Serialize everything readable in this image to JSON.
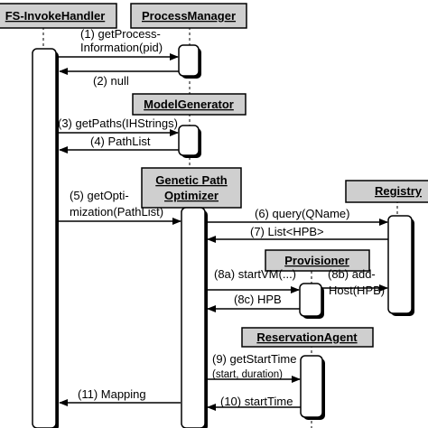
{
  "participants": [
    {
      "id": "invoke",
      "label": "FS-InvokeHandler"
    },
    {
      "id": "process",
      "label": "ProcessManager"
    },
    {
      "id": "model",
      "label": "ModelGenerator"
    },
    {
      "id": "genetic",
      "label_line1": "Genetic Path",
      "label_line2": "Optimizer"
    },
    {
      "id": "registry",
      "label": "Registry"
    },
    {
      "id": "provisioner",
      "label": "Provisioner"
    },
    {
      "id": "reservation",
      "label": "ReservationAgent"
    }
  ],
  "messages": [
    {
      "id": "m1",
      "line1": "(1) getProcess-",
      "line2": "Information(pid)"
    },
    {
      "id": "m2",
      "line1": "(2) null"
    },
    {
      "id": "m3",
      "line1": "(3) getPaths(IHStrings)"
    },
    {
      "id": "m4",
      "line1": "(4) PathList"
    },
    {
      "id": "m5",
      "line1": "(5) getOpti-",
      "line2": "mization(PathList)"
    },
    {
      "id": "m6",
      "line1": "(6) query(QName)"
    },
    {
      "id": "m7",
      "line1": "(7) List<HPB>"
    },
    {
      "id": "m8a",
      "line1": "(8a) startVM(...)"
    },
    {
      "id": "m8b",
      "line1": "(8b) add-",
      "line2": "Host(HPB)"
    },
    {
      "id": "m8c",
      "line1": "(8c) HPB"
    },
    {
      "id": "m9",
      "line1": "(9) getStartTime",
      "line2": "(start, duration)"
    },
    {
      "id": "m10",
      "line1": "(10) startTime"
    },
    {
      "id": "m11",
      "line1": "(11) Mapping"
    }
  ]
}
